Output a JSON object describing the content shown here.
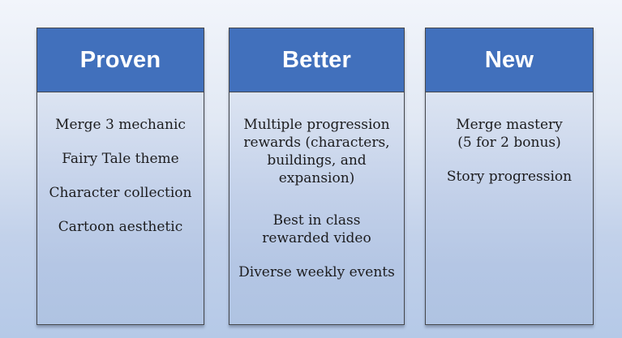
{
  "slide": {
    "background_top": "#F2F5FB",
    "background_bottom": "#B5C9E7"
  },
  "colors": {
    "header_bg": "#4170BC",
    "header_text": "#FFFFFF",
    "card_border": "#45474C",
    "body_text": "#1C1C1E",
    "card_body_top": "#DCE4F2",
    "card_body_bottom": "#AFC3E2"
  },
  "columns": [
    {
      "header": "Proven",
      "items": [
        "Merge 3 mechanic",
        "Fairy Tale theme",
        "Character collection",
        "Cartoon aesthetic"
      ]
    },
    {
      "header": "Better",
      "items": [
        [
          "Multiple progression",
          "rewards (characters,",
          "buildings, and",
          "expansion)"
        ],
        [
          "Best in class",
          "rewarded video"
        ],
        "Diverse weekly events"
      ]
    },
    {
      "header": "New",
      "items": [
        [
          "Merge mastery",
          "(5 for 2 bonus)"
        ],
        "Story progression"
      ]
    }
  ]
}
